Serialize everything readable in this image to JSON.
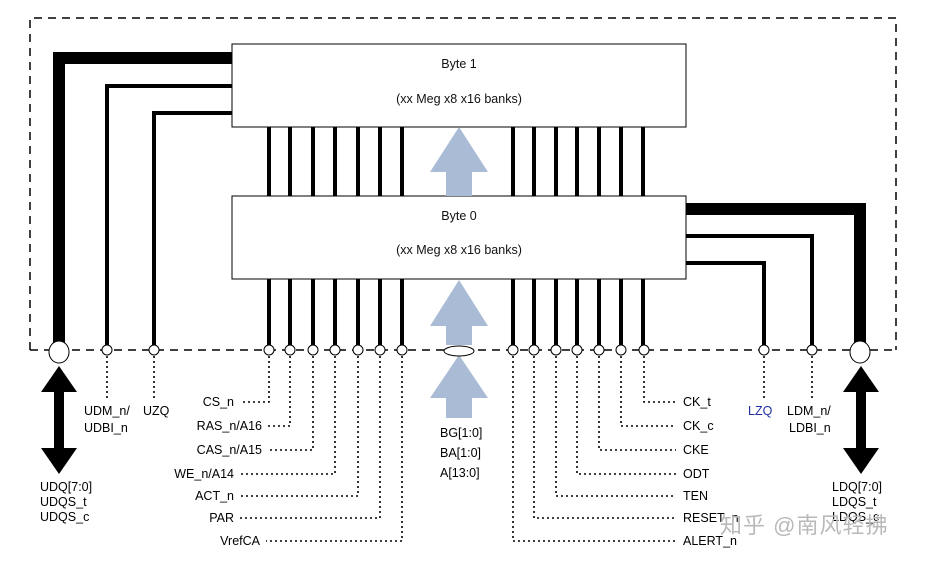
{
  "blocks": {
    "byte1": {
      "title": "Byte 1",
      "subtitle": "(xx Meg x8 x16 banks)"
    },
    "byte0": {
      "title": "Byte 0",
      "subtitle": "(xx Meg x8 x16 banks)"
    }
  },
  "left_signals": {
    "udq": [
      "UDQ[7:0]",
      "UDQS_t",
      "UDQS_c"
    ],
    "udm": [
      "UDM_n/",
      "UDBI_n"
    ],
    "uzq": "UZQ"
  },
  "right_signals": {
    "ldq": [
      "LDQ[7:0]",
      "LDQS_t",
      "LDQS_c"
    ],
    "ldm": [
      "LDM_n/",
      "LDBI_n"
    ],
    "lzq": "LZQ"
  },
  "command_signals": [
    "CS_n",
    "RAS_n/A16",
    "CAS_n/A15",
    "WE_n/A14",
    "ACT_n",
    "PAR",
    "VrefCA"
  ],
  "address_signals": [
    "BG[1:0]",
    "BA[1:0]",
    "A[13:0]"
  ],
  "control_signals": [
    "CK_t",
    "CK_c",
    "CKE",
    "ODT",
    "TEN",
    "RESET_n",
    "ALERT_n"
  ],
  "colors": {
    "arrow": "#aabbd6",
    "lzq": "#1f2f9e",
    "line": "#000000",
    "watermark": "#b9b9b9"
  },
  "watermark": "知乎 @南风轻拂"
}
